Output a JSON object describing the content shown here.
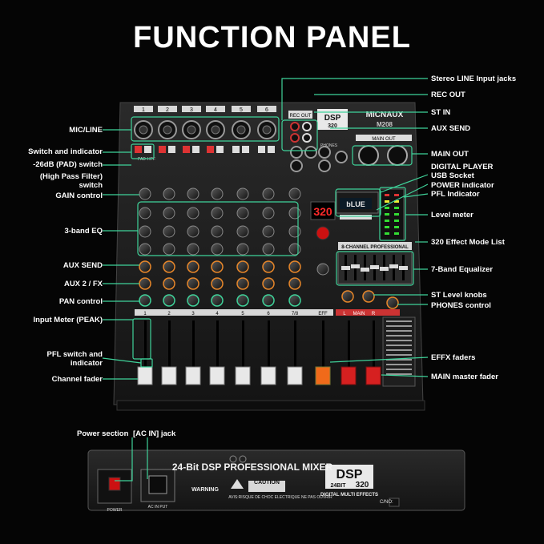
{
  "title": "FUNCTION PANEL",
  "accent_color": "#3fd39a",
  "left_labels": [
    "MIC/LINE",
    "Switch and indicator",
    "-26dB (PAD) switch",
    "(High Pass Filter)",
    "switch",
    "GAIN control",
    "3-band EQ",
    "AUX SEND",
    "AUX 2 / FX",
    "PAN control",
    "Input Meter (PEAK)",
    "PFL switch and",
    "indicator",
    "Channel fader"
  ],
  "right_labels": [
    "Stereo LINE Input jacks",
    "REC OUT",
    "ST IN",
    "AUX SEND",
    "MAIN OUT",
    "DIGITAL PLAYER",
    "USB Socket",
    "POWER indicator",
    "PFL Indicator",
    "Level meter",
    "320 Effect Mode List",
    "7-Band Equalizer",
    "ST Level knobs",
    "PHONES control",
    "EFFX faders",
    "MAIN master fader"
  ],
  "bottom_labels": {
    "power_section": "Power section",
    "ac_in": "[AC IN] jack"
  },
  "device": {
    "brand": "MICNAUX",
    "model": "M208",
    "channel_numbers": [
      "1",
      "2",
      "3",
      "4",
      "5",
      "6"
    ],
    "strip_numbers": [
      "1",
      "2",
      "3",
      "4",
      "5",
      "6",
      "7/8"
    ],
    "display": "320",
    "player_display": "bLUE",
    "eq_title": "8-CHANNEL PROFESSIONAL",
    "main_label": "MAIN",
    "eff_label": "EFF",
    "l_label": "L",
    "r_label": "R",
    "rec_out": "REC OUT",
    "main_out": "MAIN OUT",
    "phones": "PHONES",
    "pad": "PAD",
    "hpf": "HPF"
  },
  "rear": {
    "mixer_name": "24-Bit DSP PROFESSIONAL MIXER",
    "dsp_logo": "DSP",
    "dsp_bits": "24BIT",
    "dsp_num": "320",
    "dsp_sub": "DIGITAL MULTI EFFECTS",
    "warning": "WARNING",
    "caution": "CAUTION",
    "avis": "AVIS:RISQUE DE CHOC ELECTRIQUE NE PAS OUVRIR",
    "power": "POWER",
    "ac_input": "AC IN PUT",
    "cno": "C/NO:"
  }
}
